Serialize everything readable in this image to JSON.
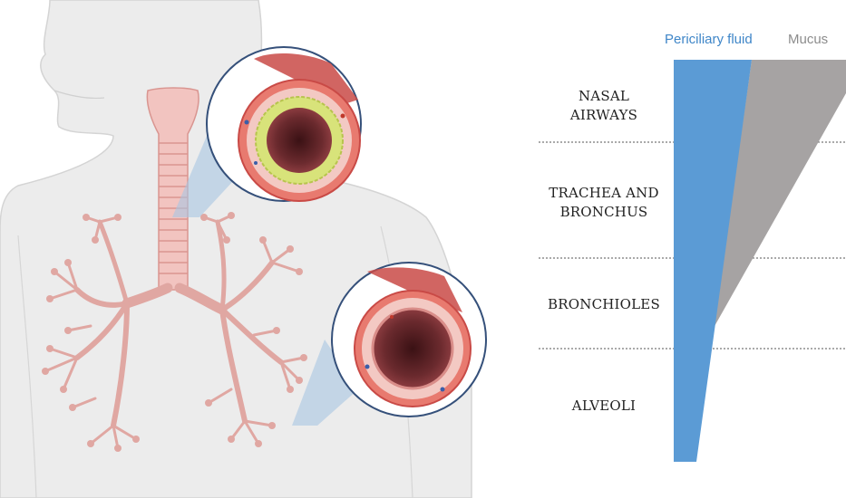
{
  "legend": {
    "periciliary": {
      "label": "Periciliary fluid",
      "color": "#5b9bd5"
    },
    "mucus": {
      "label": "Mucus",
      "color": "#8c8c8c",
      "fill": "#a6a3a3"
    }
  },
  "regions": [
    {
      "line1": "NASAL",
      "line2": "AIRWAYS"
    },
    {
      "line1": "TRACHEA AND",
      "line2": "BRONCHUS"
    },
    {
      "line1": "BRONCHIOLES",
      "line2": ""
    },
    {
      "line1": "ALVEOLI",
      "line2": ""
    }
  ],
  "illustration": {
    "subject": "human-torso-with-airway-tree",
    "insets": [
      "airway-cross-section-with-mucus",
      "airway-cross-section-without-mucus"
    ],
    "colors": {
      "body": "#e8e8e8",
      "airway": "#e6a8a4",
      "airway_dark": "#5a2024",
      "mucus": "#d8e37a",
      "inset_border": "#35507a",
      "projection": "#a9c6e3"
    }
  }
}
